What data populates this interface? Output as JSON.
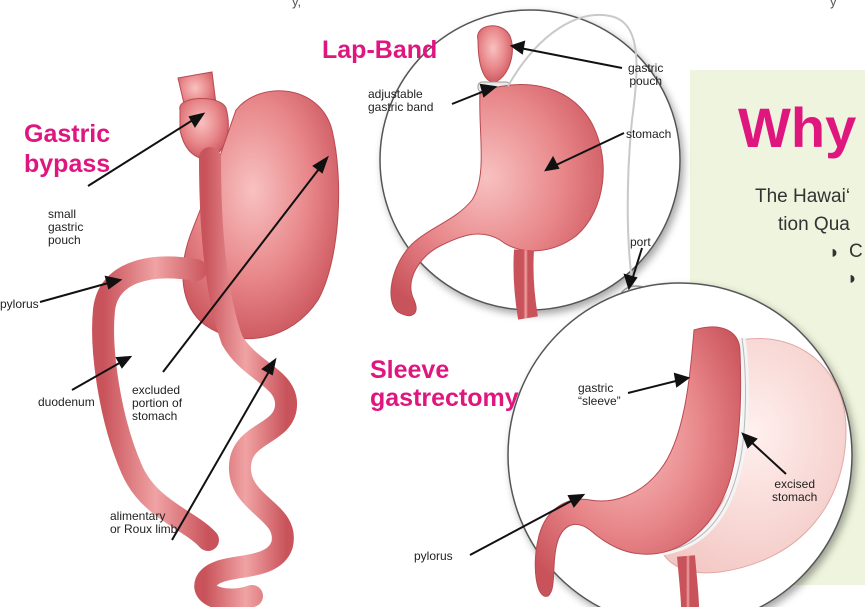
{
  "top_fragment": {
    "left": "y,",
    "right": "y"
  },
  "why_panel": {
    "title_fragment": "Why",
    "intro_line1": "The Hawai‘",
    "intro_line2": "tion Qua",
    "bullet_1": "◗",
    "bullet_1_text": "C",
    "bullet_2": "◗"
  },
  "gastric_bypass": {
    "title_line1": "Gastric",
    "title_line2": "bypass",
    "labels": {
      "small_gastric_pouch": [
        "small",
        "gastric",
        "pouch"
      ],
      "pylorus": "pylorus",
      "duodenum": "duodenum",
      "excluded_portion": [
        "excluded",
        "portion of",
        "stomach"
      ],
      "alimentary_limb": [
        "alimentary",
        "or Roux limb"
      ]
    }
  },
  "lap_band": {
    "title": "Lap-Band",
    "labels": {
      "adjustable_band": [
        "adjustable",
        "gastric band"
      ],
      "gastric_pouch": [
        "gastric",
        "pouch"
      ],
      "stomach": "stomach",
      "port": "port"
    }
  },
  "sleeve_gastrectomy": {
    "title_line1": "Sleeve",
    "title_line2": "gastrectomy",
    "labels": {
      "gastric_sleeve": [
        "gastric",
        "“sleeve”"
      ],
      "pylorus": "pylorus",
      "excised_stomach": [
        "excised",
        "stomach"
      ]
    }
  },
  "colors": {
    "accent_magenta": "#e0167f",
    "panel_green": "#eef4dd",
    "tissue_pink": "#e57c80",
    "tissue_dark": "#c9535b",
    "excised_pink": "#f7d9d6"
  }
}
